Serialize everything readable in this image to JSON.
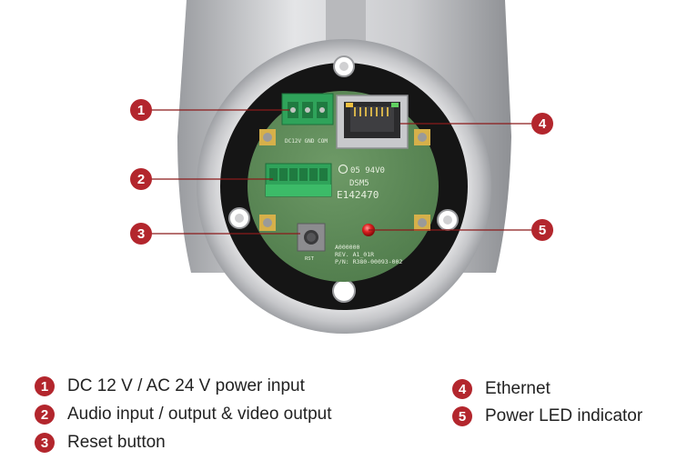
{
  "callouts": [
    {
      "number": "1",
      "label": "DC 12 V / AC 24 V power input"
    },
    {
      "number": "2",
      "label": "Audio input / output & video output"
    },
    {
      "number": "3",
      "label": "Reset button"
    },
    {
      "number": "4",
      "label": "Ethernet"
    },
    {
      "number": "5",
      "label": "Power LED indicator"
    }
  ],
  "board_markings": {
    "logo_code": "05 94V0",
    "line2": "DSM5",
    "line3": "E142470",
    "rev_block_1": "A000000",
    "rev_block_2": "REV. A1_01R",
    "rev_block_3": "P/N: R380-00093-002",
    "header_labels": "DC12V GND COM",
    "reset_label": "RST"
  },
  "colors": {
    "badge": "#b3262d",
    "pcb": "#5d8a57",
    "housing": "#d8d9db",
    "terminal": "#2fa35a",
    "led": "#e02020"
  }
}
